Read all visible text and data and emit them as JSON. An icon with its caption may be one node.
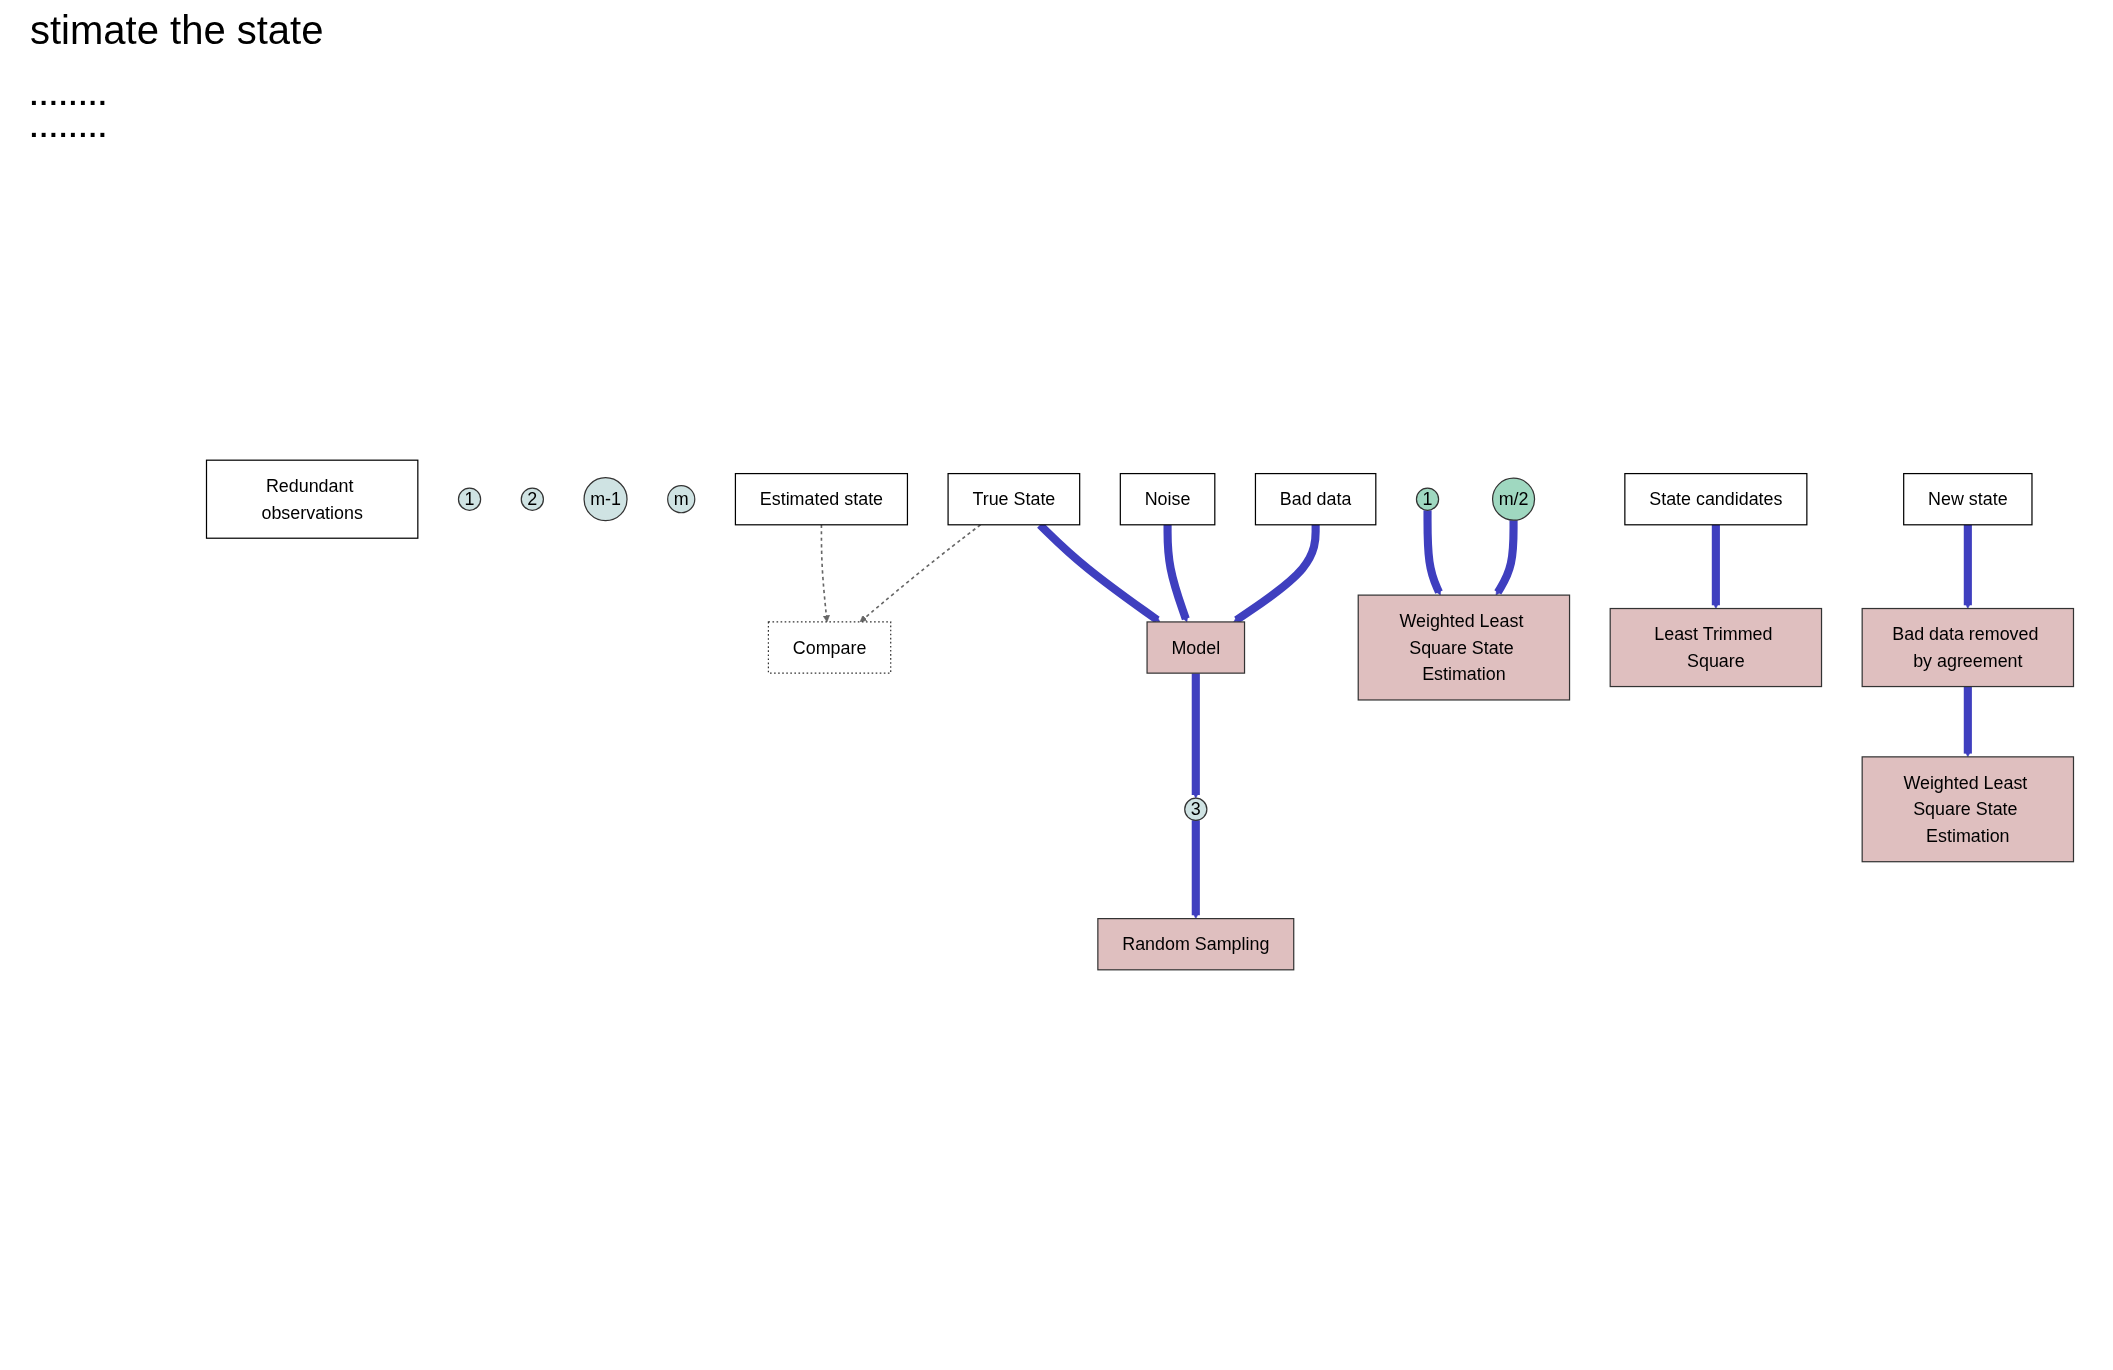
{
  "diagram": {
    "title": "stimate the state",
    "nodes": [
      {
        "text": [
          "True State"
        ]
      },
      {
        "text": [
          "Compare"
        ]
      },
      {
        "text": [
          "Noise"
        ]
      },
      {
        "text": [
          "Model"
        ]
      },
      {
        "text": [
          "Bad data"
        ]
      },
      {
        "text": [
          "Redundant observations"
        ]
      },
      {
        "text": [
          "1"
        ]
      },
      {
        "text": [
          "2"
        ]
      },
      {
        "text": [
          "3"
        ]
      },
      {
        "text": [
          "m-1"
        ]
      },
      {
        "text": [
          "m"
        ]
      },
      {
        "text": [
          "Random Sampling"
        ]
      },
      {
        "text": [
          "1"
        ]
      },
      {
        "text": [
          "m/2"
        ]
      },
      {
        "text": [
          "Weighted Least Square State Estimation"
        ]
      },
      {
        "text": [
          "State candidates"
        ]
      },
      {
        "text": [
          "Least Trimmed Square"
        ]
      },
      {
        "text": [
          "New state"
        ]
      },
      {
        "text": [
          "Bad data removed by agreement"
        ]
      },
      {
        "text": [
          "Weighted Least Square State Estimation"
        ]
      },
      {
        "text": [
          "Estimated state"
        ]
      }
    ],
    "edges": [
      {
        "from": 0,
        "to": 1,
        "arrow": "to",
        "style": "dashed",
        "color": "#666666"
      },
      {
        "from": 0,
        "to": 3,
        "arrow": "to"
      },
      {
        "from": 2,
        "to": 3,
        "arrow": "to"
      },
      {
        "from": 4,
        "to": 3,
        "arrow": "to"
      },
      {
        "from": 3,
        "to": 8,
        "arrow": "to"
      },
      {
        "from": 8,
        "to": 11,
        "arrow": "to"
      },
      {
        "from": 12,
        "to": 14,
        "arrow": "to"
      },
      {
        "from": 13,
        "to": 14,
        "arrow": "to"
      },
      {
        "from": 15,
        "to": 16,
        "arrow": "to"
      },
      {
        "from": 17,
        "to": 18,
        "arrow": "to"
      },
      {
        "from": 18,
        "to": 19,
        "arrow": "to"
      },
      {
        "from": 20,
        "to": 1,
        "arrow": "to",
        "style": "dashed",
        "color": "#666666"
      }
    ],
    "labels": [
      "........",
      "........"
    ]
  }
}
